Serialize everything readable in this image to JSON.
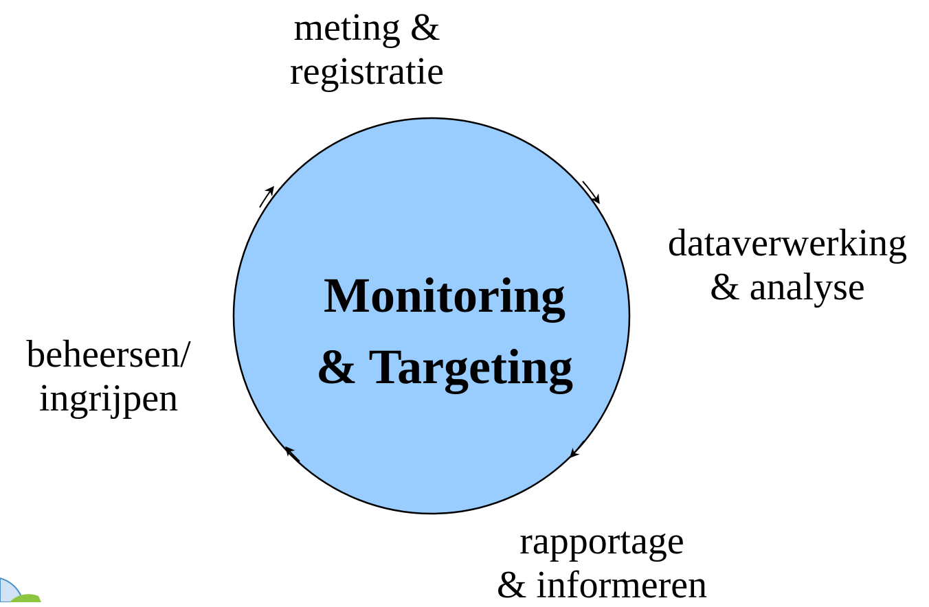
{
  "cycle": {
    "title": {
      "line1": "Monitoring",
      "line2": "& Targeting"
    },
    "steps": [
      {
        "id": "meting",
        "line1": "meting &",
        "line2": "registratie"
      },
      {
        "id": "dataverwerking",
        "line1": "dataverwerking",
        "line2": "& analyse"
      },
      {
        "id": "rapportage",
        "line1": "rapportage",
        "line2": "& informeren"
      },
      {
        "id": "beheersen",
        "line1": "beheersen/",
        "line2": "ingrijpen"
      }
    ]
  },
  "colors": {
    "circle_fill": "#99ccff",
    "circle_stroke": "#000000",
    "text": "#000000",
    "logo_blue": "#4a90c8",
    "logo_green": "#8cc63f"
  },
  "logo": {
    "icon": "partial-logo-icon"
  }
}
